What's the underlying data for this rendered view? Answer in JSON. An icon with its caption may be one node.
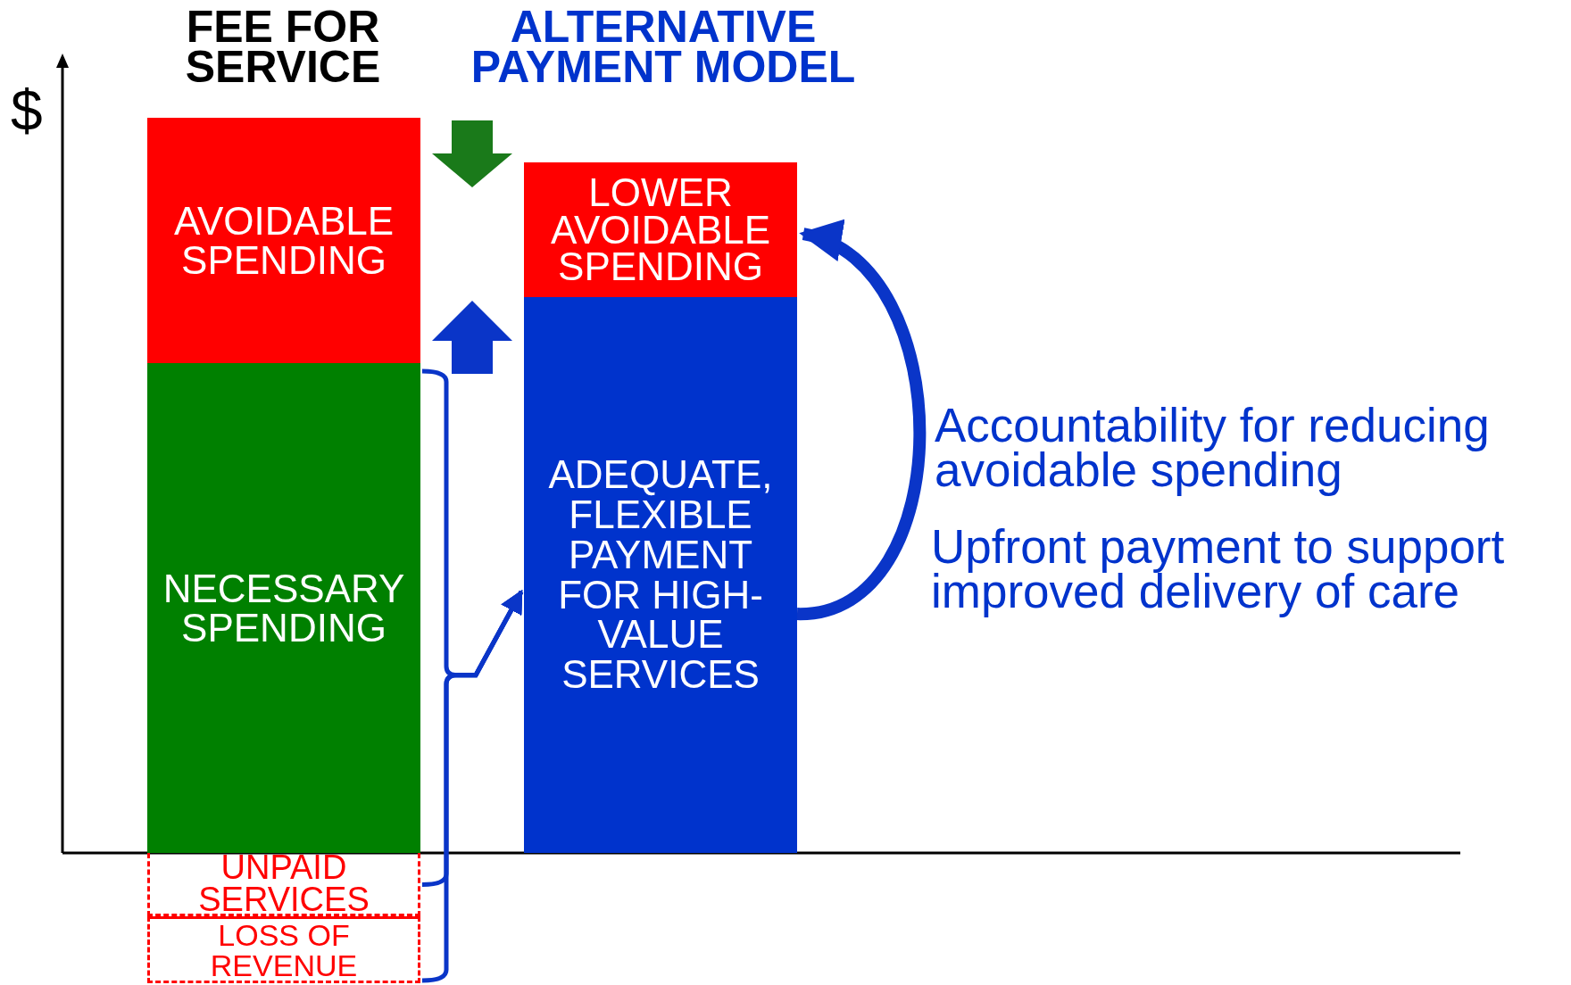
{
  "diagram": {
    "nodes": [
      {
        "text": [
          "AVOIDABLE SPENDING"
        ]
      },
      {
        "text": [
          "NECESSARY SPENDING"
        ]
      },
      {
        "text": [
          "UNPAID SERVICES"
        ]
      },
      {
        "text": [
          "LOSS OF REVENUE"
        ]
      },
      {
        "text": [
          "LOWER AVOIDABLE SPENDING"
        ]
      },
      {
        "text": [
          "ADEQUATE, FLEXIBLE PAYMENT FOR HIGH-VALUE SERVICES"
        ]
      }
    ],
    "edges": [
      {
        "from": 1,
        "to": 5,
        "arrow": "to",
        "color": "#0a35c8"
      },
      {
        "from": 2,
        "to": 5,
        "arrow": "to",
        "color": "#0a35c8"
      },
      {
        "from": 3,
        "to": 5,
        "arrow": "to",
        "color": "#0a35c8"
      },
      {
        "from": 5,
        "to": 4,
        "arrow": "to",
        "style": "thick",
        "color": "#0a35c8"
      },
      {
        "from": 0,
        "to": 4,
        "arrow": "to",
        "style": "thick",
        "color": "#1a7a1a"
      },
      {
        "from": 5,
        "to": 0,
        "arrow": "to",
        "style": "thick",
        "color": "#0a35c8"
      }
    ],
    "labels": [
      "FEE FOR SERVICE",
      "ALTERNATIVE PAYMENT MODEL",
      "$",
      "Accountability for reducing avoidable spending",
      "Upfront payment to support improved delivery of care"
    ]
  }
}
